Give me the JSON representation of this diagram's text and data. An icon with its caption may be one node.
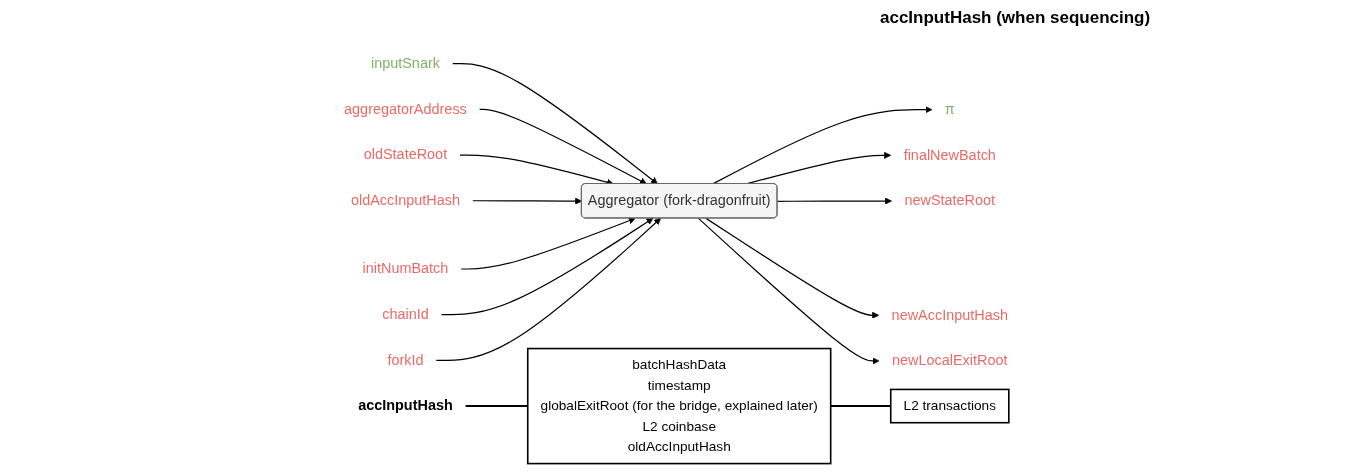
{
  "diagram": {
    "nodes": [
      {
        "text": [
          "inputSnark"
        ]
      },
      {
        "text": [
          "aggregatorAddress"
        ]
      },
      {
        "text": [
          "oldStateRoot"
        ]
      },
      {
        "text": [
          "oldAccInputHash"
        ]
      },
      {
        "text": [
          "initNumBatch"
        ]
      },
      {
        "text": [
          "chainId"
        ]
      },
      {
        "text": [
          "forkId"
        ]
      },
      {
        "text": [
          "Aggregator (fork-dragonfruit)"
        ]
      },
      {
        "text": [
          "π"
        ]
      },
      {
        "text": [
          "finalNewBatch"
        ]
      },
      {
        "text": [
          "newStateRoot"
        ]
      },
      {
        "text": [
          "newAccInputHash"
        ]
      },
      {
        "text": [
          "newLocalExitRoot"
        ]
      },
      {
        "text": [
          "accInputHash"
        ]
      },
      {
        "text": [
          "batchHashData",
          "timestamp",
          "globalExitRoot (for the bridge, explained later)",
          "L2 coinbase",
          "oldAccInputHash"
        ]
      },
      {
        "text": [
          "L2 transactions"
        ]
      }
    ],
    "edges": [
      {
        "from": 0,
        "to": 7,
        "arrow": "to"
      },
      {
        "from": 1,
        "to": 7,
        "arrow": "to"
      },
      {
        "from": 2,
        "to": 7,
        "arrow": "to"
      },
      {
        "from": 3,
        "to": 7,
        "arrow": "to"
      },
      {
        "from": 4,
        "to": 7,
        "arrow": "to"
      },
      {
        "from": 5,
        "to": 7,
        "arrow": "to"
      },
      {
        "from": 6,
        "to": 7,
        "arrow": "to"
      },
      {
        "from": 7,
        "to": 8,
        "arrow": "to"
      },
      {
        "from": 7,
        "to": 9,
        "arrow": "to"
      },
      {
        "from": 7,
        "to": 10,
        "arrow": "to"
      },
      {
        "from": 7,
        "to": 11,
        "arrow": "to"
      },
      {
        "from": 7,
        "to": 12,
        "arrow": "to"
      },
      {
        "from": 13,
        "to": 14,
        "arrow": "none"
      },
      {
        "from": 14,
        "to": 15,
        "arrow": "none"
      }
    ],
    "labels": [
      "accInputHash (when sequencing)"
    ]
  }
}
